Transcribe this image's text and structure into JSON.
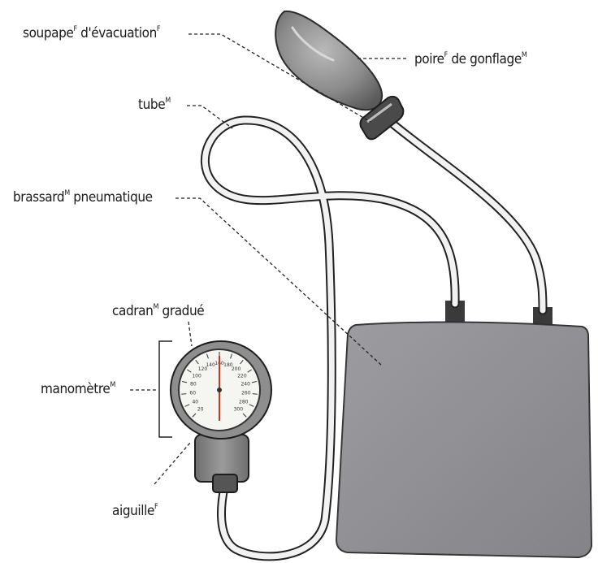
{
  "labels": {
    "valve": {
      "text": "soupape",
      "gender": "F",
      "suffix": " d'évacuation",
      "gender2": "F"
    },
    "bulb": {
      "text": "poire",
      "gender": "F",
      "suffix": " de gonflage",
      "gender2": "M"
    },
    "tube": {
      "text": "tube",
      "gender": "M"
    },
    "cuff": {
      "text": "brassard",
      "gender": "M",
      "suffix": " pneumatique"
    },
    "dial": {
      "text": "cadran",
      "gender": "M",
      "suffix": " gradué"
    },
    "manometer": {
      "text": "manomètre",
      "gender": "M"
    },
    "needle": {
      "text": "aiguille",
      "gender": "F"
    }
  },
  "dial_ticks": [
    "20",
    "40",
    "60",
    "80",
    "100",
    "120",
    "140",
    "160",
    "180",
    "200",
    "220",
    "240",
    "260",
    "280",
    "300"
  ],
  "colors": {
    "ink": "#1a1a1a",
    "cuff": "#8a8a8e",
    "bulb": "#8c8c8c",
    "tube": "#f2f2f2",
    "needle": "#c0392b"
  }
}
